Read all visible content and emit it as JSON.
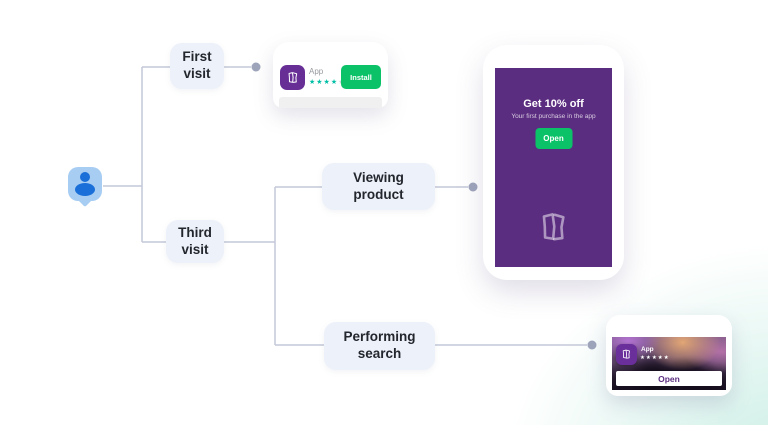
{
  "flow_nodes": {
    "first_visit": "First\nvisit",
    "third_visit": "Third\nvisit",
    "viewing_product": "Viewing\nproduct",
    "performing_search": "Performing\nsearch"
  },
  "install_banner": {
    "app_name": "App",
    "stars_active": "★★★★",
    "stars_inactive": "★",
    "install_label": "Install"
  },
  "offer_screen": {
    "title": "Get 10% off",
    "subtitle": "Your first purchase in the app",
    "open_label": "Open"
  },
  "search_result": {
    "app_name": "App",
    "stars": "★★★★★",
    "open_label": "Open"
  },
  "colors": {
    "purple_screen": "#5b2d80",
    "purple_app_icon": "#672f96",
    "green_button": "#0cc268",
    "teal_stars": "#00bfa5",
    "person_blue": "#1a6fd8",
    "bubble_light_blue": "#a8cdf3",
    "connector_line": "#c3c8d8",
    "connector_dot": "#9ea5bb",
    "node_background": "#edf1f9",
    "corner_glow": "#cbeee5"
  }
}
